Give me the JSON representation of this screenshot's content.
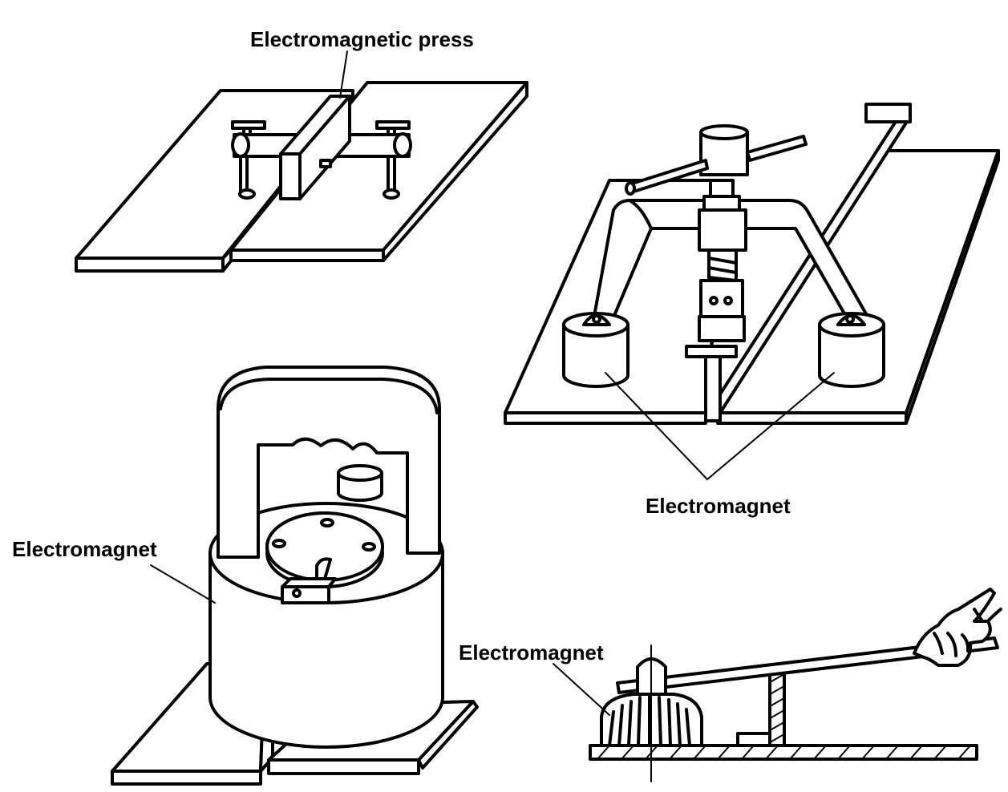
{
  "labels": {
    "press": "Electromagnetic press",
    "magnet_right": "Electromagnet",
    "magnet_left": "Electromagnet",
    "magnet_bottom": "Electromagnet"
  },
  "colors": {
    "ink": "#000000",
    "paper": "#ffffff"
  }
}
